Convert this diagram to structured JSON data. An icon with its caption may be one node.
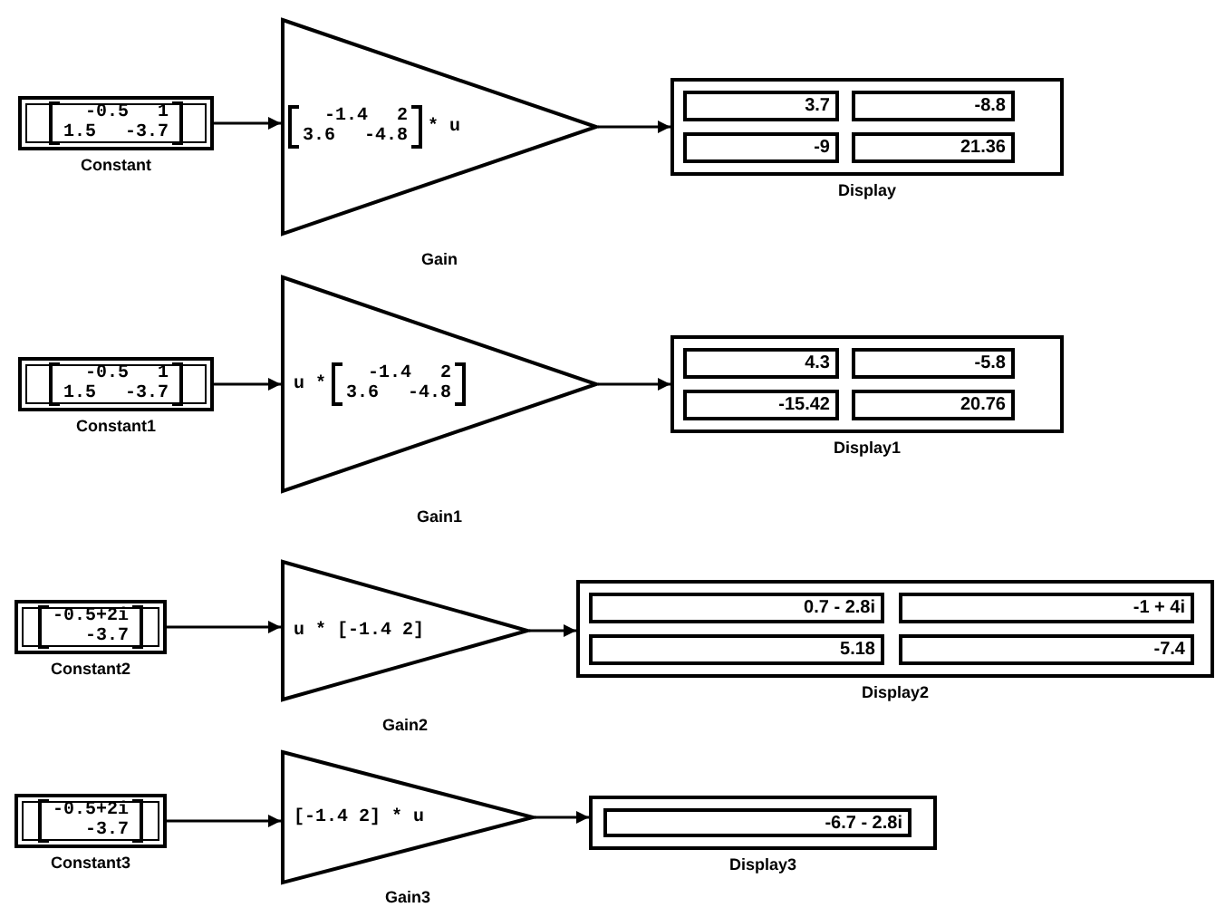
{
  "diagram": {
    "nodes": [
      {
        "text": [
          "-0.5 1",
          "1.5 -3.7"
        ],
        "beside": [
          "Constant"
        ]
      },
      {
        "text": [
          "-1.4 2",
          "3.6 -4.8",
          "* u"
        ],
        "beside": [
          "Gain"
        ]
      },
      {
        "text": [],
        "shape": "box",
        "beside": [
          "Display"
        ]
      },
      {
        "text": [
          "3.7"
        ],
        "in": 2
      },
      {
        "text": [
          "-8.8"
        ],
        "in": 2
      },
      {
        "text": [
          "-9"
        ],
        "in": 2
      },
      {
        "text": [
          "21.36"
        ],
        "in": 2
      },
      {
        "text": [
          "-0.5 1",
          "1.5 -3.7"
        ],
        "beside": [
          "Constant1"
        ]
      },
      {
        "text": [
          "u *",
          "-1.4 2",
          "3.6 -4.8"
        ],
        "beside": [
          "Gain1"
        ]
      },
      {
        "text": [],
        "shape": "box",
        "beside": [
          "Display1"
        ]
      },
      {
        "text": [
          "4.3"
        ],
        "in": 9
      },
      {
        "text": [
          "-5.8"
        ],
        "in": 9
      },
      {
        "text": [
          "-15.42"
        ],
        "in": 9
      },
      {
        "text": [
          "20.76"
        ],
        "in": 9
      },
      {
        "text": [
          "-0.5+2i",
          "-3.7"
        ],
        "beside": [
          "Constant2"
        ]
      },
      {
        "text": [
          "u * [-1.4 2]"
        ],
        "beside": [
          "Gain2"
        ]
      },
      {
        "text": [],
        "shape": "box",
        "beside": [
          "Display2"
        ]
      },
      {
        "text": [
          "0.7 - 2.8i"
        ],
        "in": 16
      },
      {
        "text": [
          "-1 + 4i"
        ],
        "in": 16
      },
      {
        "text": [
          "5.18"
        ],
        "in": 16
      },
      {
        "text": [
          "-7.4"
        ],
        "in": 16
      },
      {
        "text": [
          "-0.5+2i",
          "-3.7"
        ],
        "beside": [
          "Constant3"
        ]
      },
      {
        "text": [
          "[-1.4 2] * u"
        ],
        "beside": [
          "Gain3"
        ]
      },
      {
        "text": [],
        "shape": "box",
        "beside": [
          "Display3"
        ]
      },
      {
        "text": [
          "-6.7 - 2.8i"
        ],
        "in": 23
      }
    ],
    "edges": [
      {
        "from": 0,
        "to": 1,
        "arrow": "to"
      },
      {
        "from": 1,
        "to": 2,
        "arrow": "to"
      },
      {
        "from": 7,
        "to": 8,
        "arrow": "to"
      },
      {
        "from": 8,
        "to": 9,
        "arrow": "to"
      },
      {
        "from": 14,
        "to": 15,
        "arrow": "to"
      },
      {
        "from": 15,
        "to": 16,
        "arrow": "to"
      },
      {
        "from": 21,
        "to": 22,
        "arrow": "to"
      },
      {
        "from": 22,
        "to": 23,
        "arrow": "to"
      }
    ]
  }
}
